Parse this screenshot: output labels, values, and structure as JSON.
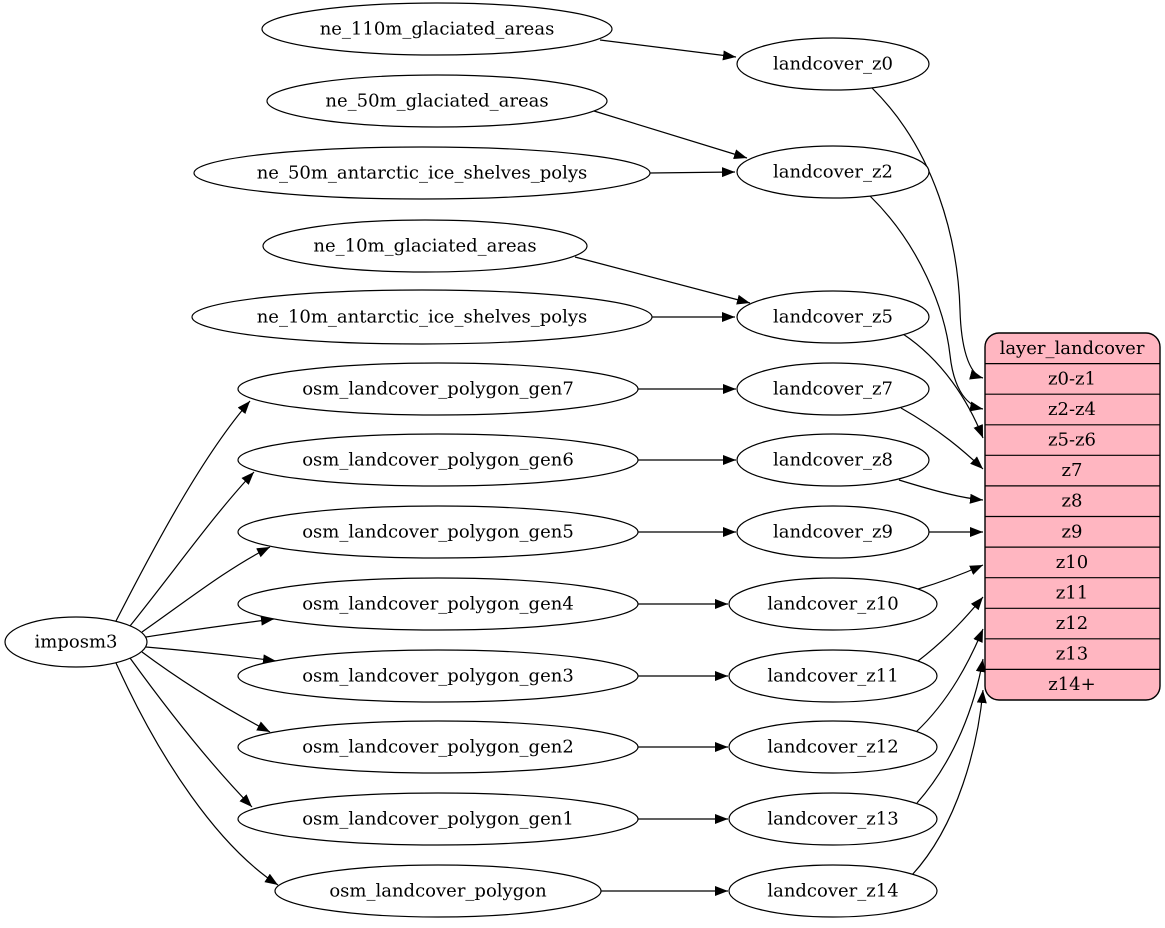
{
  "colors": {
    "record_fill": "#ffb6c1",
    "node_fill": "#ffffff",
    "stroke": "#000000",
    "background": "#ffffff"
  },
  "nodes": {
    "imposm3": "imposm3",
    "sources": [
      "ne_110m_glaciated_areas",
      "ne_50m_glaciated_areas",
      "ne_50m_antarctic_ice_shelves_polys",
      "ne_10m_glaciated_areas",
      "ne_10m_antarctic_ice_shelves_polys",
      "osm_landcover_polygon_gen7",
      "osm_landcover_polygon_gen6",
      "osm_landcover_polygon_gen5",
      "osm_landcover_polygon_gen4",
      "osm_landcover_polygon_gen3",
      "osm_landcover_polygon_gen2",
      "osm_landcover_polygon_gen1",
      "osm_landcover_polygon"
    ],
    "landcover": [
      "landcover_z0",
      "landcover_z2",
      "landcover_z5",
      "landcover_z7",
      "landcover_z8",
      "landcover_z9",
      "landcover_z10",
      "landcover_z11",
      "landcover_z12",
      "landcover_z13",
      "landcover_z14"
    ]
  },
  "record": {
    "title": "layer_landcover",
    "rows": [
      "z0-z1",
      "z2-z4",
      "z5-z6",
      "z7",
      "z8",
      "z9",
      "z10",
      "z11",
      "z12",
      "z13",
      "z14+"
    ]
  },
  "edges": [
    {
      "from": "ne_110m_glaciated_areas",
      "to": "landcover_z0"
    },
    {
      "from": "ne_50m_glaciated_areas",
      "to": "landcover_z2"
    },
    {
      "from": "ne_50m_antarctic_ice_shelves_polys",
      "to": "landcover_z2"
    },
    {
      "from": "ne_10m_glaciated_areas",
      "to": "landcover_z5"
    },
    {
      "from": "ne_10m_antarctic_ice_shelves_polys",
      "to": "landcover_z5"
    },
    {
      "from": "imposm3",
      "to": "osm_landcover_polygon_gen7"
    },
    {
      "from": "imposm3",
      "to": "osm_landcover_polygon_gen6"
    },
    {
      "from": "imposm3",
      "to": "osm_landcover_polygon_gen5"
    },
    {
      "from": "imposm3",
      "to": "osm_landcover_polygon_gen4"
    },
    {
      "from": "imposm3",
      "to": "osm_landcover_polygon_gen3"
    },
    {
      "from": "imposm3",
      "to": "osm_landcover_polygon_gen2"
    },
    {
      "from": "imposm3",
      "to": "osm_landcover_polygon_gen1"
    },
    {
      "from": "imposm3",
      "to": "osm_landcover_polygon"
    },
    {
      "from": "osm_landcover_polygon_gen7",
      "to": "landcover_z7"
    },
    {
      "from": "osm_landcover_polygon_gen6",
      "to": "landcover_z8"
    },
    {
      "from": "osm_landcover_polygon_gen5",
      "to": "landcover_z9"
    },
    {
      "from": "osm_landcover_polygon_gen4",
      "to": "landcover_z10"
    },
    {
      "from": "osm_landcover_polygon_gen3",
      "to": "landcover_z11"
    },
    {
      "from": "osm_landcover_polygon_gen2",
      "to": "landcover_z12"
    },
    {
      "from": "osm_landcover_polygon_gen1",
      "to": "landcover_z13"
    },
    {
      "from": "osm_landcover_polygon",
      "to": "landcover_z14"
    },
    {
      "from": "landcover_z0",
      "to": "layer_landcover:z0-z1"
    },
    {
      "from": "landcover_z2",
      "to": "layer_landcover:z2-z4"
    },
    {
      "from": "landcover_z5",
      "to": "layer_landcover:z5-z6"
    },
    {
      "from": "landcover_z7",
      "to": "layer_landcover:z7"
    },
    {
      "from": "landcover_z8",
      "to": "layer_landcover:z8"
    },
    {
      "from": "landcover_z9",
      "to": "layer_landcover:z9"
    },
    {
      "from": "landcover_z10",
      "to": "layer_landcover:z10"
    },
    {
      "from": "landcover_z11",
      "to": "layer_landcover:z11"
    },
    {
      "from": "landcover_z12",
      "to": "layer_landcover:z12"
    },
    {
      "from": "landcover_z13",
      "to": "layer_landcover:z13"
    },
    {
      "from": "landcover_z14",
      "to": "layer_landcover:z14+"
    }
  ]
}
